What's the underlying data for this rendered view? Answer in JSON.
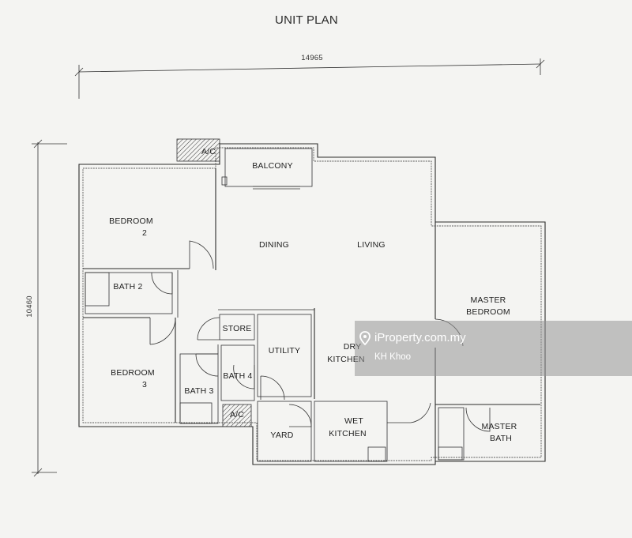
{
  "title": "UNIT PLAN",
  "dimensions": {
    "width_label": "14965",
    "height_label": "10460"
  },
  "rooms": {
    "balcony": "BALCONY",
    "ac_top": "A/C",
    "bedroom2_line1": "BEDROOM",
    "bedroom2_line2": "2",
    "dining": "DINING",
    "living": "LIVING",
    "bath2": "BATH 2",
    "master_bedroom_line1": "MASTER",
    "master_bedroom_line2": "BEDROOM",
    "store": "STORE",
    "utility": "UTILITY",
    "dry_kitchen_line1": "DRY",
    "dry_kitchen_line2": "KITCHEN",
    "bedroom3_line1": "BEDROOM",
    "bedroom3_line2": "3",
    "bath3": "BATH 3",
    "bath4": "BATH 4",
    "ac_bottom": "A/C",
    "yard": "YARD",
    "wet_kitchen_line1": "WET",
    "wet_kitchen_line2": "KITCHEN",
    "master_bath_line1": "MASTER",
    "master_bath_line2": "BATH"
  },
  "watermark": {
    "site": "iProperty.com.my",
    "user": "KH Khoo",
    "icon": "location-pin-icon"
  }
}
